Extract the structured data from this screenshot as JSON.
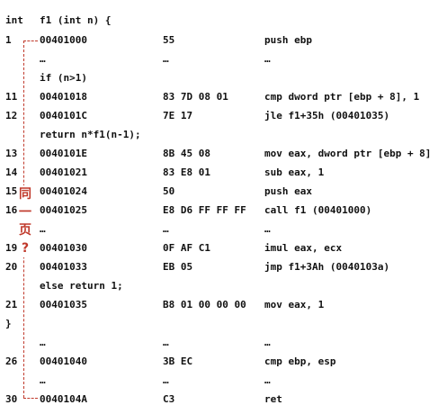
{
  "header": {
    "col1": "int",
    "col2": "f1 (int n) {"
  },
  "rows": [
    {
      "kind": "code",
      "ln": "1",
      "addr": "00401000",
      "code": "55",
      "asm": "push ebp"
    },
    {
      "kind": "code",
      "ln": "",
      "addr": "…",
      "code": "…",
      "asm": "…"
    },
    {
      "kind": "src",
      "text": "if (n>1)"
    },
    {
      "kind": "code",
      "ln": "11",
      "addr": "00401018",
      "code": "83 7D 08 01",
      "asm": "cmp dword ptr [ebp + 8], 1"
    },
    {
      "kind": "code",
      "ln": "12",
      "addr": "0040101C",
      "code": "7E 17",
      "asm": "jle f1+35h (00401035)"
    },
    {
      "kind": "src",
      "text": "return n*f1(n-1);"
    },
    {
      "kind": "code",
      "ln": "13",
      "addr": "0040101E",
      "code": "8B 45 08",
      "asm": "mov eax, dword ptr [ebp + 8]"
    },
    {
      "kind": "code",
      "ln": "14",
      "addr": "00401021",
      "code": "83 E8 01",
      "asm": "sub eax, 1"
    },
    {
      "kind": "code",
      "ln": "15",
      "addr": "00401024",
      "code": "50",
      "asm": "push eax"
    },
    {
      "kind": "code",
      "ln": "16",
      "addr": "00401025",
      "code": "E8 D6 FF FF FF",
      "asm": "call f1 (00401000)"
    },
    {
      "kind": "code",
      "ln": "",
      "addr": "…",
      "code": "…",
      "asm": "…"
    },
    {
      "kind": "code",
      "ln": "19",
      "addr": "00401030",
      "code": "0F AF C1",
      "asm": "imul eax, ecx"
    },
    {
      "kind": "code",
      "ln": "20",
      "addr": "00401033",
      "code": "EB 05",
      "asm": "jmp f1+3Ah (0040103a)"
    },
    {
      "kind": "src",
      "text": "else return 1;"
    },
    {
      "kind": "code",
      "ln": "21",
      "addr": "00401035",
      "code": "B8 01 00 00 00",
      "asm": "mov eax, 1"
    },
    {
      "kind": "full",
      "text": "}"
    },
    {
      "kind": "code",
      "ln": "",
      "addr": "…",
      "code": "…",
      "asm": "…"
    },
    {
      "kind": "code",
      "ln": "26",
      "addr": "00401040",
      "code": "3B EC",
      "asm": "cmp ebp, esp"
    },
    {
      "kind": "code",
      "ln": "",
      "addr": "…",
      "code": "…",
      "asm": "…"
    },
    {
      "kind": "code",
      "ln": "30",
      "addr": "0040104A",
      "code": "C3",
      "asm": "ret"
    }
  ],
  "annotation": {
    "chars": [
      "同",
      "一",
      "页",
      "?"
    ]
  },
  "colors": {
    "annotation": "#c0392b",
    "text": "#111111",
    "background": "#ffffff"
  }
}
